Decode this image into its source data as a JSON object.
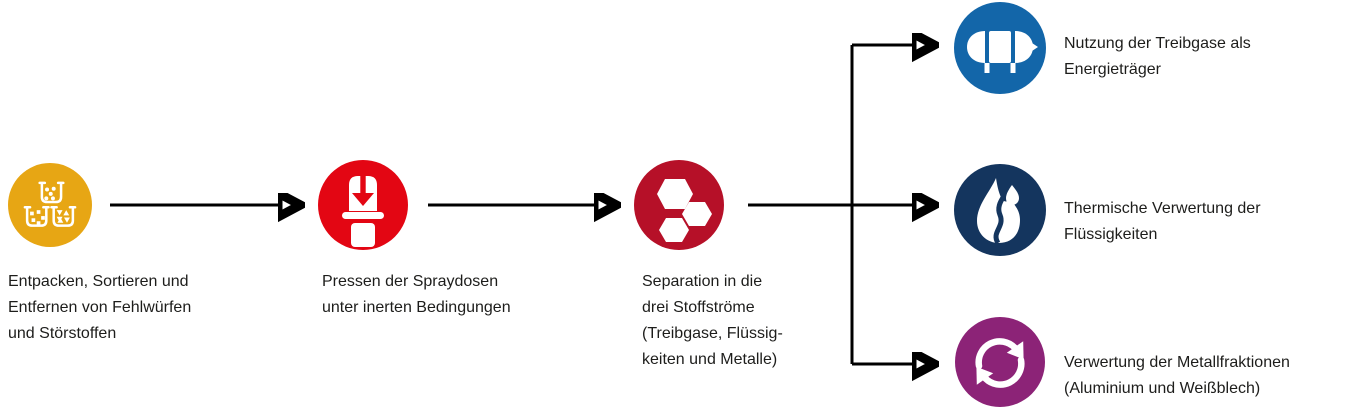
{
  "colors": {
    "step-yellow": "#E7A614",
    "step-red": "#E30613",
    "step-darkred": "#B61028",
    "step-blue": "#1366A9",
    "step-navy": "#14355E",
    "step-purple": "#8C2377",
    "arrow-black": "#000000",
    "text-dark": "#1D1D1B",
    "icon-white": "#FFFFFF"
  },
  "process": {
    "steps": [
      {
        "icon": "sorting-bins-icon",
        "label": "Entpacken, Sortieren und\nEntfernen von Fehlwürfen\nund Störstoffen"
      },
      {
        "icon": "press-icon",
        "label": "Pressen der Spraydosen\nunter inerten Bedingungen"
      },
      {
        "icon": "hexagons-icon",
        "label": "Separation in die\ndrei Stoffströme\n(Treibgase, Flüssig-\nkeiten und Metalle)"
      }
    ],
    "outputs": [
      {
        "icon": "gas-tank-icon",
        "label": "Nutzung der Treibgase als\nEnergieträger"
      },
      {
        "icon": "flame-icon",
        "label": "Thermische Verwertung der\nFlüssigkeiten"
      },
      {
        "icon": "recycle-arrows-icon",
        "label": "Verwertung der Metallfraktionen\n(Aluminium und Weißblech)"
      }
    ]
  }
}
